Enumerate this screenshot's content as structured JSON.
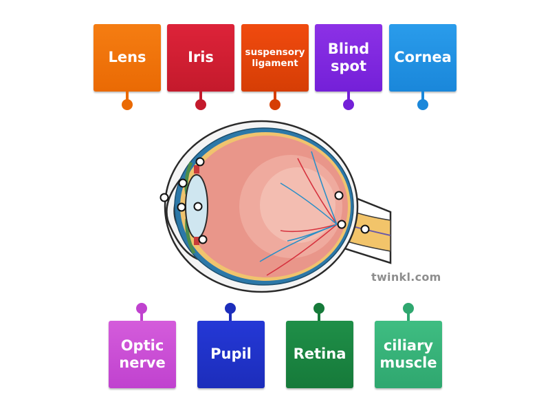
{
  "top_labels": [
    {
      "text": "Lens",
      "color": "#f57d12",
      "color_dark": "#ea6a04"
    },
    {
      "text": "Iris",
      "color": "#dd2339",
      "color_dark": "#c41a2c"
    },
    {
      "text": "suspensory ligament",
      "color": "#f04a0f",
      "color_dark": "#d63e05"
    },
    {
      "text": "Blind spot",
      "color": "#8c31e6",
      "color_dark": "#7420d8"
    },
    {
      "text": "Cornea",
      "color": "#2a9ceb",
      "color_dark": "#1a87da"
    }
  ],
  "bottom_labels": [
    {
      "text": "Optic nerve",
      "color": "#d45cdb",
      "color_dark": "#c042cf"
    },
    {
      "text": "Pupil",
      "color": "#2438d6",
      "color_dark": "#1c2dbb"
    },
    {
      "text": "Retina",
      "color": "#1f8f48",
      "color_dark": "#167a3a"
    },
    {
      "text": "ciliary muscle",
      "color": "#3fbd82",
      "color_dark": "#2fa76f"
    }
  ],
  "diagram": {
    "subject": "eye cross-section",
    "watermark": "twinkl.com",
    "drop_targets": 9
  }
}
